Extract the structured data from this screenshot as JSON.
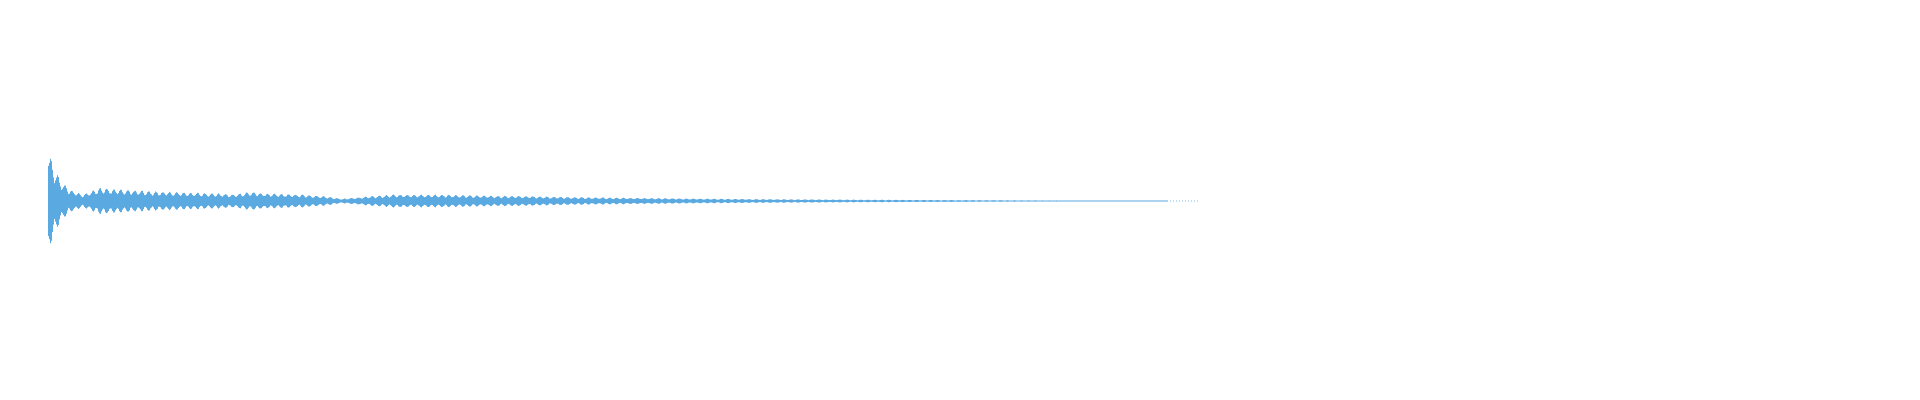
{
  "waveform": {
    "color": "#5aa9e0",
    "background": "#ffffff",
    "envelope": [
      {
        "t": 0.0,
        "amp": 1.0
      },
      {
        "t": 0.003,
        "amp": 0.7
      },
      {
        "t": 0.01,
        "amp": 0.4
      },
      {
        "t": 0.018,
        "amp": 0.22
      },
      {
        "t": 0.03,
        "amp": 0.12
      },
      {
        "t": 0.045,
        "amp": 0.25
      },
      {
        "t": 0.06,
        "amp": 0.22
      },
      {
        "t": 0.09,
        "amp": 0.18
      },
      {
        "t": 0.12,
        "amp": 0.16
      },
      {
        "t": 0.15,
        "amp": 0.14
      },
      {
        "t": 0.16,
        "amp": 0.12
      },
      {
        "t": 0.175,
        "amp": 0.17
      },
      {
        "t": 0.19,
        "amp": 0.14
      },
      {
        "t": 0.22,
        "amp": 0.12
      },
      {
        "t": 0.24,
        "amp": 0.09
      },
      {
        "t": 0.255,
        "amp": 0.04
      },
      {
        "t": 0.275,
        "amp": 0.08
      },
      {
        "t": 0.3,
        "amp": 0.12
      },
      {
        "t": 0.34,
        "amp": 0.12
      },
      {
        "t": 0.38,
        "amp": 0.1
      },
      {
        "t": 0.42,
        "amp": 0.09
      },
      {
        "t": 0.46,
        "amp": 0.07
      },
      {
        "t": 0.5,
        "amp": 0.06
      },
      {
        "t": 0.56,
        "amp": 0.045
      },
      {
        "t": 0.62,
        "amp": 0.035
      },
      {
        "t": 0.7,
        "amp": 0.025
      },
      {
        "t": 0.78,
        "amp": 0.018
      },
      {
        "t": 0.86,
        "amp": 0.012
      },
      {
        "t": 0.92,
        "amp": 0.008
      },
      {
        "t": 0.97,
        "amp": 0.005
      },
      {
        "t": 1.0,
        "amp": 0.0
      }
    ]
  }
}
